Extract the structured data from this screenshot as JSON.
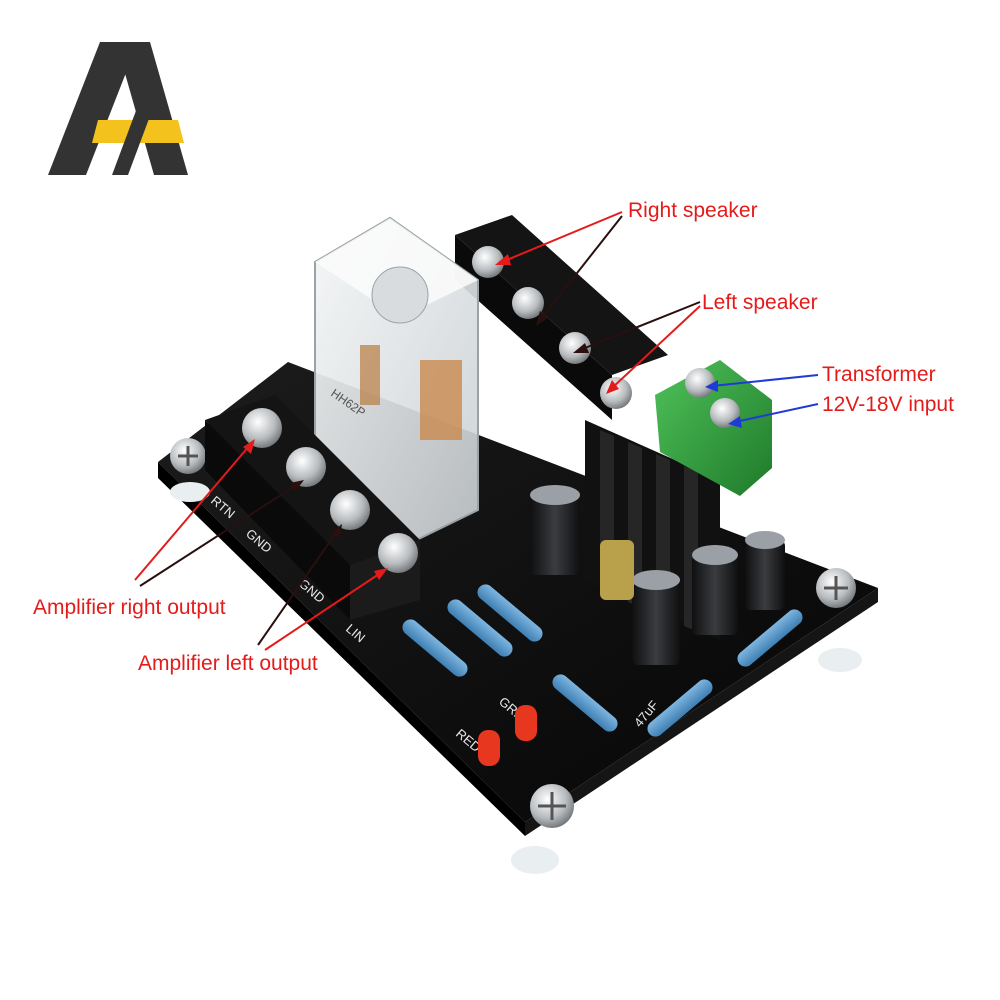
{
  "colors": {
    "label_red": "#e31b1b",
    "arrow_red": "#e31b1b",
    "arrow_dark": "#2a0f0f",
    "arrow_blue": "#1f3bd6",
    "logo_dark": "#333333",
    "logo_yellow": "#f3c21c",
    "pcb_black": "#111111",
    "terminal_green": "#2f9c3a"
  },
  "logo": {
    "icon": "brand-logo-letter-a"
  },
  "board": {
    "silkscreen": {
      "rtn": "RTN",
      "gnd1": "GND",
      "gnd2": "GND",
      "lin": "LIN",
      "grn": "GRN",
      "red": "RED",
      "cap_spec": "47uF",
      "relay_text": "HH62P"
    }
  },
  "annotations": {
    "right_speaker": "Right speaker",
    "left_speaker": "Left speaker",
    "transformer_line1": "Transformer",
    "transformer_line2": "12V-18V input",
    "amp_right_output": "Amplifier right output",
    "amp_left_output": "Amplifier left output"
  }
}
